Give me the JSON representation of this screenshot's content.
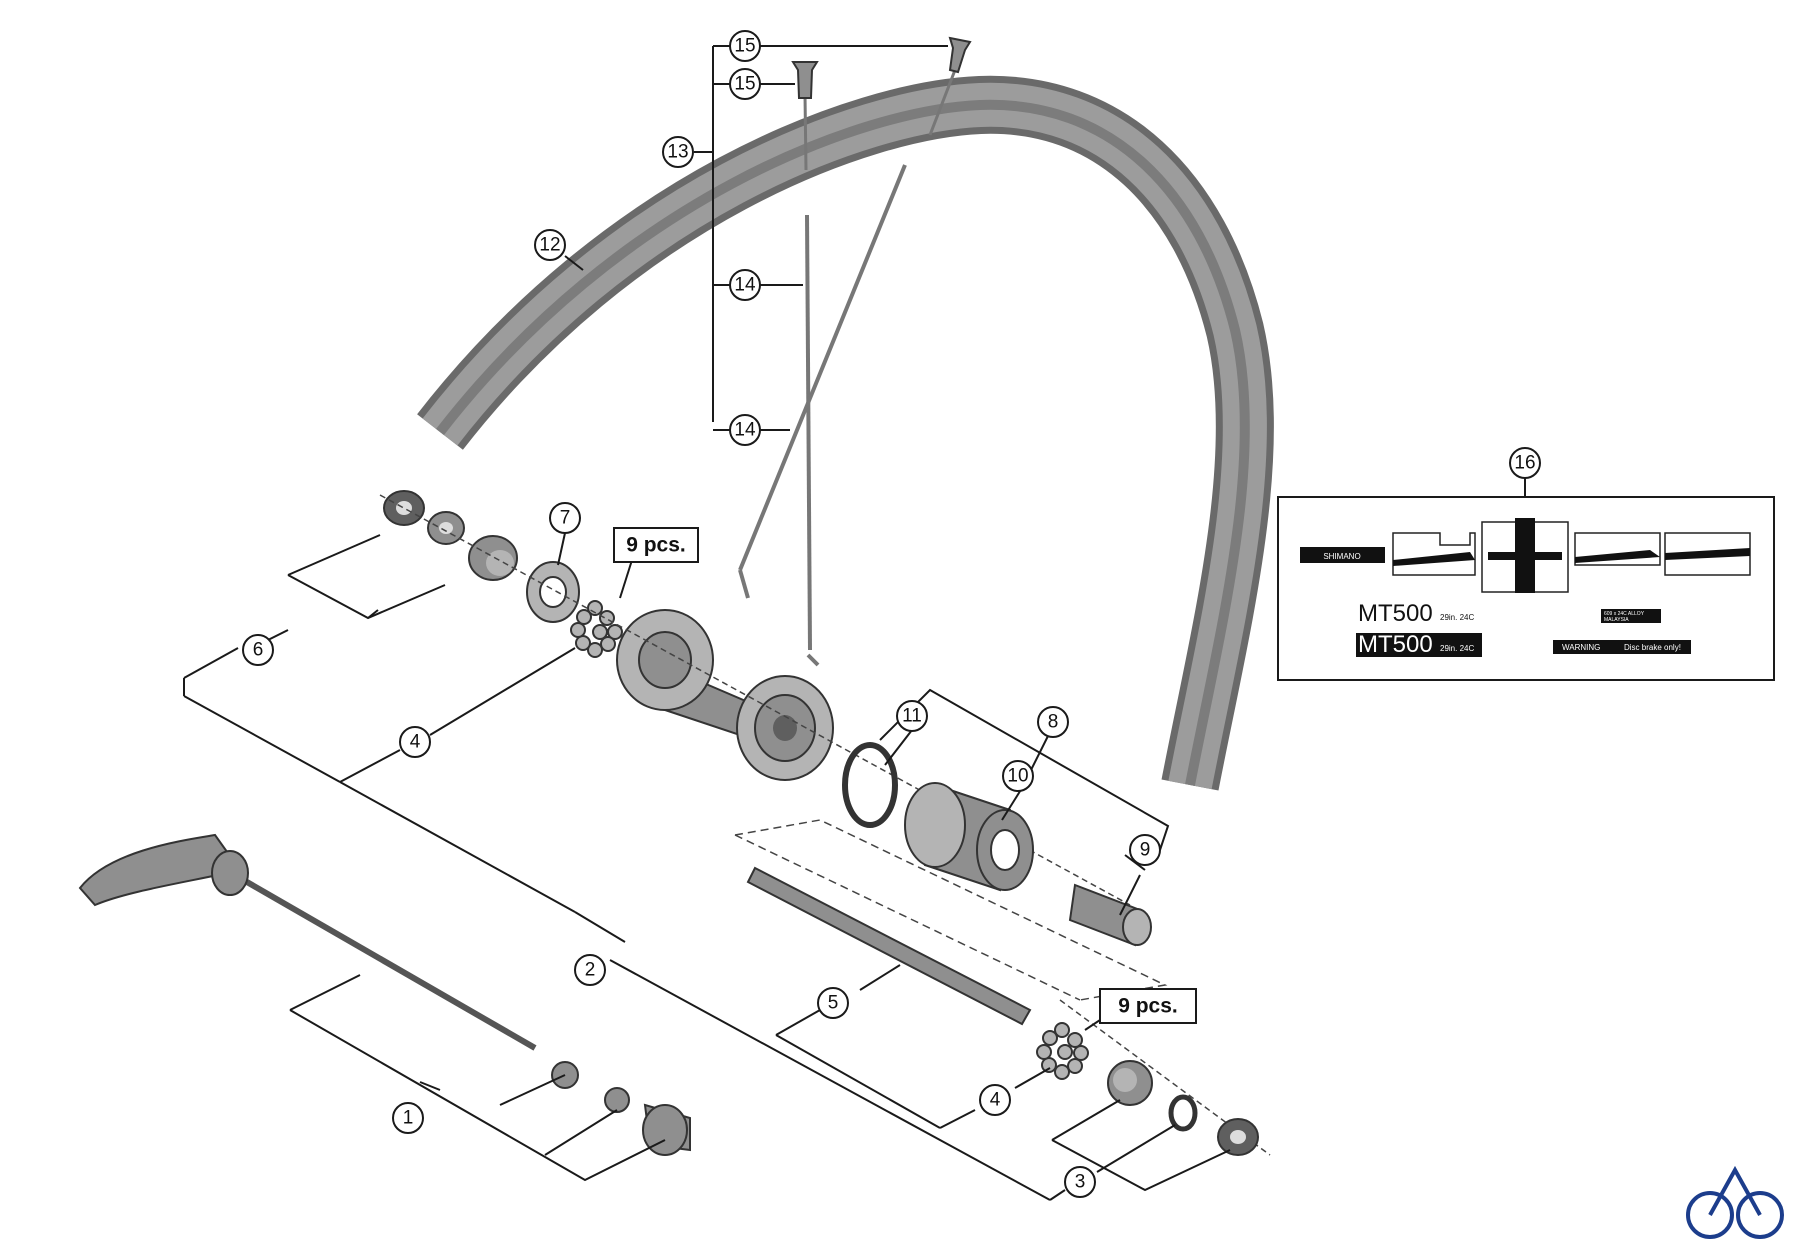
{
  "diagram": {
    "callouts": [
      {
        "id": "1",
        "label": "1"
      },
      {
        "id": "2",
        "label": "2"
      },
      {
        "id": "3",
        "label": "3"
      },
      {
        "id": "4a",
        "label": "4"
      },
      {
        "id": "4b",
        "label": "4"
      },
      {
        "id": "5",
        "label": "5"
      },
      {
        "id": "6",
        "label": "6"
      },
      {
        "id": "7",
        "label": "7"
      },
      {
        "id": "8",
        "label": "8"
      },
      {
        "id": "9",
        "label": "9"
      },
      {
        "id": "10",
        "label": "10"
      },
      {
        "id": "11",
        "label": "11"
      },
      {
        "id": "12",
        "label": "12"
      },
      {
        "id": "13",
        "label": "13"
      },
      {
        "id": "14a",
        "label": "14"
      },
      {
        "id": "14b",
        "label": "14"
      },
      {
        "id": "15a",
        "label": "15"
      },
      {
        "id": "15b",
        "label": "15"
      },
      {
        "id": "16",
        "label": "16"
      }
    ],
    "bearing_qty_top": "9 pcs.",
    "bearing_qty_bottom": "9 pcs.",
    "sticker_sheet": {
      "brand": "SHIMANO",
      "model_1": "MT500",
      "model_1_sub": "29in. 24C",
      "model_2": "MT500",
      "model_2_sub": "29in. 24C",
      "small_label_line1": "609 x 24C ALLOY",
      "small_label_line2": "MALAYSIA",
      "warning": "WARNING",
      "warning_text": "Disc brake only!"
    },
    "logo": "bicycle-icon"
  }
}
